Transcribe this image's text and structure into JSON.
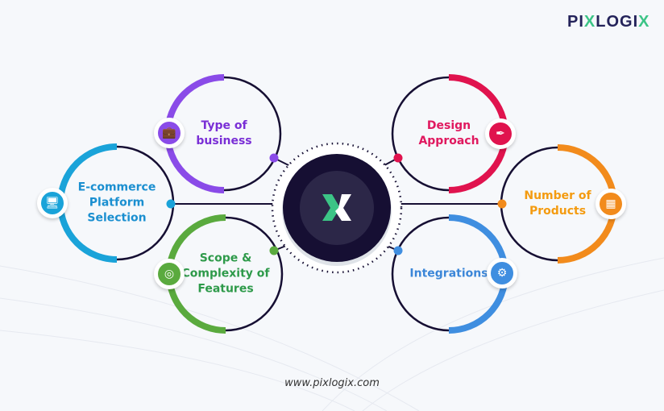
{
  "brand": {
    "logo_prefix": "PI",
    "logo_x": "X",
    "logo_suffix": "LOGI",
    "logo_x2": "X"
  },
  "nodes": [
    {
      "id": "type",
      "label": "Type of business",
      "color": "#8a4be8",
      "text_color": "#7a2fd6",
      "icon": "briefcase-icon",
      "glyph": "💼"
    },
    {
      "id": "ecommerce",
      "label": "E-commerce Platform Selection",
      "color": "#1aa3d9",
      "text_color": "#1b8fd0",
      "icon": "monitor-icon",
      "glyph": "🖥"
    },
    {
      "id": "scope",
      "label": "Scope & Complexity of Features",
      "color": "#5aaa3e",
      "text_color": "#2e9a4a",
      "icon": "target-icon",
      "glyph": "◎"
    },
    {
      "id": "design",
      "label": "Design Approach",
      "color": "#e0134e",
      "text_color": "#e0195f",
      "icon": "design-pen-icon",
      "glyph": "✒"
    },
    {
      "id": "products",
      "label": "Number of Products",
      "color": "#f28b1c",
      "text_color": "#f49b10",
      "icon": "boxes-icon",
      "glyph": "▦"
    },
    {
      "id": "integrations",
      "label": "Integrations",
      "color": "#3f8ee0",
      "text_color": "#3b86d8",
      "icon": "gear-icon",
      "glyph": "⚙"
    }
  ],
  "center": {
    "hub_color": "#160f33",
    "accent": "#3cc486"
  },
  "footer": {
    "url": "www.pixlogix.com"
  }
}
